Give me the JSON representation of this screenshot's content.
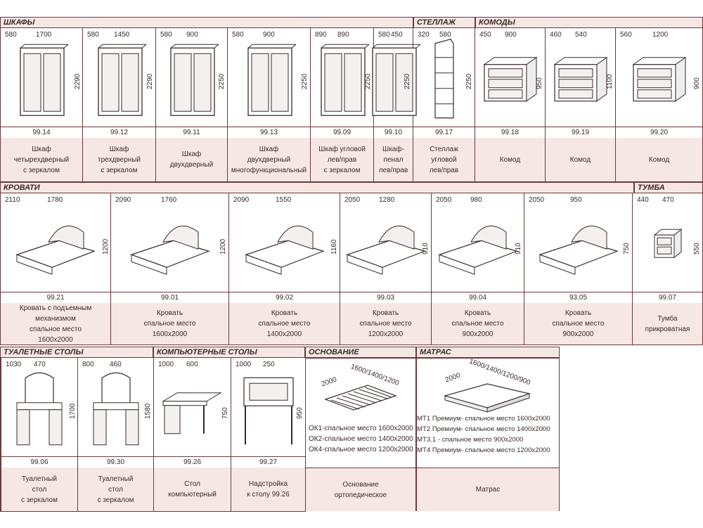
{
  "sections": {
    "shkafy": "ШКАФЫ",
    "stellazh": "СТЕЛЛАЖ",
    "komody": "КОМОДЫ",
    "krovati": "КРОВАТИ",
    "tumba": "ТУМБА",
    "tualetnye": "ТУАЛЕТНЫЕ СТОЛЫ",
    "komp": "КОМПЬЮТЕРНЫЕ СТОЛЫ",
    "osnovanie": "ОСНОВАНИЕ",
    "matras": "МАТРАС"
  },
  "row1": [
    {
      "code": "99.14",
      "desc": "Шкаф\nчетырехдверный\nс зеркалом",
      "d1": "580",
      "d2": "1700",
      "h": "2290"
    },
    {
      "code": "99.12",
      "desc": "Шкаф\nтрехдверный\nс зеркалом",
      "d1": "580",
      "d2": "1450",
      "h": "2290"
    },
    {
      "code": "99.11",
      "desc": "Шкаф\nдвухдверный",
      "d1": "580",
      "d2": "900",
      "h": "2250"
    },
    {
      "code": "99.13",
      "desc": "Шкаф\nдвухдверный\nмногофункциональный",
      "d1": "580",
      "d2": "900",
      "h": "2250"
    },
    {
      "code": "99.09",
      "desc": "Шкаф угловой\nлев/прав\nс зеркалом",
      "d1": "890",
      "d2": "890",
      "h": "2250"
    },
    {
      "code": "99.10",
      "desc": "Шкаф-пенал\nлев/прав",
      "d1": "580",
      "d2": "450",
      "h": "2250"
    },
    {
      "code": "99.17",
      "desc": "Стеллаж\nугловой\nлев/прав",
      "d1": "320",
      "d2": "580",
      "h": "2250"
    },
    {
      "code": "99.18",
      "desc": "Комод",
      "d1": "450",
      "d2": "900",
      "h": "950"
    },
    {
      "code": "99.19",
      "desc": "Комод",
      "d1": "460",
      "d2": "540",
      "h": "1100"
    },
    {
      "code": "99.20",
      "desc": "Комод",
      "d1": "560",
      "d2": "1200",
      "h": "900"
    }
  ],
  "row2": [
    {
      "code": "99.21",
      "desc": "Кровать с подъемным\nмеханизмом\nспальное место\n1600х2000",
      "d1": "2110",
      "d2": "1780",
      "h": "1200"
    },
    {
      "code": "99.01",
      "desc": "Кровать\nспальное место\n1600х2000",
      "d1": "2090",
      "d2": "1760",
      "h": "1200"
    },
    {
      "code": "99.02",
      "desc": "Кровать\nспальное место\n1400х2000",
      "d1": "2090",
      "d2": "1550",
      "h": "1160"
    },
    {
      "code": "99.03",
      "desc": "Кровать\nспальное место\n1200х2000",
      "d1": "2050",
      "d2": "1280",
      "h": "910"
    },
    {
      "code": "99.04",
      "desc": "Кровать\nспальное место\n900х2000",
      "d1": "2050",
      "d2": "980",
      "h": "910"
    },
    {
      "code": "93.05",
      "desc": "Кровать\nспальное место\n900х2000",
      "d1": "2050",
      "d2": "950",
      "h": "750"
    },
    {
      "code": "99.07",
      "desc": "Тумба\nприкроватная",
      "d1": "440",
      "d2": "470",
      "h": "550"
    }
  ],
  "row3": [
    {
      "code": "99.06",
      "desc": "Туалетный\nстол\nс зеркалом",
      "d1": "1030",
      "d2": "470",
      "h": "1700"
    },
    {
      "code": "99.30",
      "desc": "Туалетный\nстол\nс зеркалом",
      "d1": "800",
      "d2": "460",
      "h": "1580"
    },
    {
      "code": "99.26",
      "desc": "Стол\nкомпьютерный",
      "d1": "1000",
      "d2": "600",
      "h": "750"
    },
    {
      "code": "99.27",
      "desc": "Надстройка\nк столу 99.26",
      "d1": "1000",
      "d2": "250",
      "h": "950"
    }
  ],
  "osnovanie": {
    "dims_a": "2000",
    "dims_b": "1600/1400/1200",
    "items": [
      "ОК1-спальное место 1600х2000",
      "ОК2-спальное место 1400х2000",
      "ОК4-спальное место 1200х2000"
    ],
    "desc": "Основание\nортопедическое"
  },
  "matras": {
    "dims_a": "2000",
    "dims_b": "1600/1400/1200/900",
    "items": [
      "МТ1 Премиум- спальное  место 1600х2000",
      "МТ2 Премиум- спальное  место 1400х2000",
      "МТ3.1 - спальное  место  900х2000",
      "МТ4 Премиум- спальное  место 1200х2000"
    ],
    "desc": "Матрас"
  },
  "colors": {
    "accent": "#6a3a3a",
    "band": "#f6e7e4"
  }
}
